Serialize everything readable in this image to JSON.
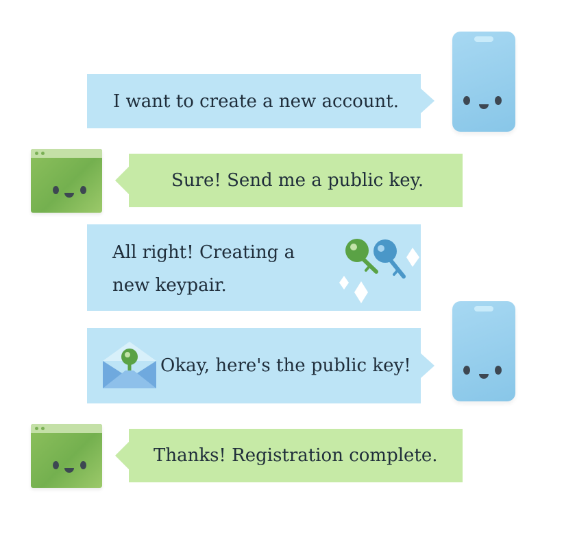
{
  "messages": [
    {
      "from": "phone",
      "text": "I want to create a new account."
    },
    {
      "from": "server",
      "text": "Sure! Send me a public key."
    },
    {
      "from": "phone",
      "line1": "All right! Creating a",
      "line2": "new keypair."
    },
    {
      "from": "phone",
      "text": "Okay, here's the public key!"
    },
    {
      "from": "server",
      "text": "Thanks! Registration complete."
    }
  ],
  "colors": {
    "phone_bubble": "#bde4f6",
    "server_bubble": "#c6eaa6",
    "phone_body": "#88c6e8",
    "server_body": "#74b04f",
    "green_key": "#5aa245",
    "blue_key": "#4a97c8"
  },
  "icons": [
    "phone-character-icon",
    "server-window-icon",
    "keypair-icon",
    "envelope-key-icon",
    "sparkle-icon"
  ]
}
